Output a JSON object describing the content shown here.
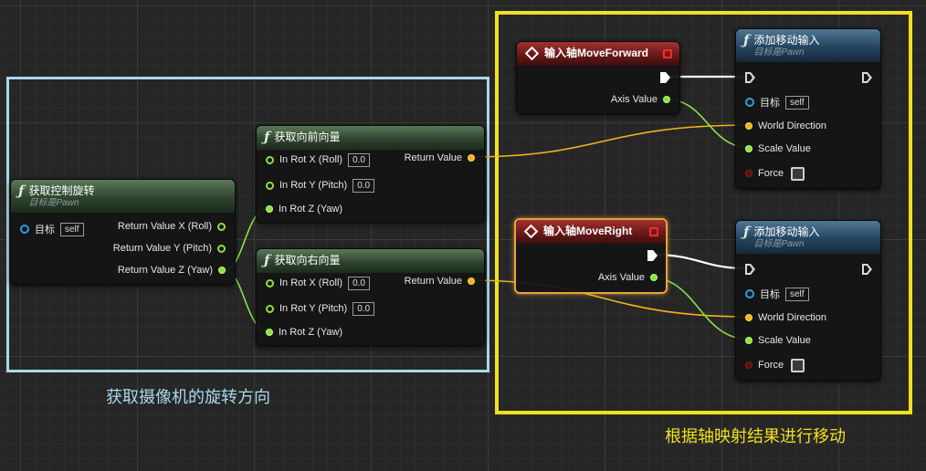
{
  "comments": {
    "camera_group": {
      "label": "获取摄像机的旋转方向",
      "color": "#a9d8ea"
    },
    "move_group": {
      "label": "根据轴映射结果进行移动",
      "color": "#f0e020"
    }
  },
  "nodes": {
    "get_control_rotation": {
      "title": "获取控制旋转",
      "subtitle": "目标是Pawn",
      "target_label": "目标",
      "target_value": "self",
      "outputs": [
        "Return Value X (Roll)",
        "Return Value Y (Pitch)",
        "Return Value Z (Yaw)"
      ]
    },
    "get_forward_vector": {
      "title": "获取向前向量",
      "inputs": [
        {
          "label": "In Rot X (Roll)",
          "value": "0.0"
        },
        {
          "label": "In Rot Y (Pitch)",
          "value": "0.0"
        },
        {
          "label": "In Rot Z (Yaw)"
        }
      ],
      "output": "Return Value"
    },
    "get_right_vector": {
      "title": "获取向右向量",
      "inputs": [
        {
          "label": "In Rot X (Roll)",
          "value": "0.0"
        },
        {
          "label": "In Rot Y (Pitch)",
          "value": "0.0"
        },
        {
          "label": "In Rot Z (Yaw)"
        }
      ],
      "output": "Return Value"
    },
    "axis_move_forward": {
      "title": "输入轴MoveForward",
      "output": "Axis Value"
    },
    "axis_move_right": {
      "title": "输入轴MoveRight",
      "output": "Axis Value"
    },
    "add_movement_forward": {
      "title": "添加移动输入",
      "subtitle": "目标是Pawn",
      "target_label": "目标",
      "target_value": "self",
      "inputs": [
        "World Direction",
        "Scale Value",
        "Force"
      ]
    },
    "add_movement_right": {
      "title": "添加移动输入",
      "subtitle": "目标是Pawn",
      "target_label": "目标",
      "target_value": "self",
      "inputs": [
        "World Direction",
        "Scale Value",
        "Force"
      ]
    }
  },
  "colors": {
    "float_pin": "#8ce045",
    "vector_pin": "#f2b41a",
    "object_pin": "#2f9ee0",
    "exec_wire": "#ffffff",
    "selection": "#e8a33a"
  }
}
